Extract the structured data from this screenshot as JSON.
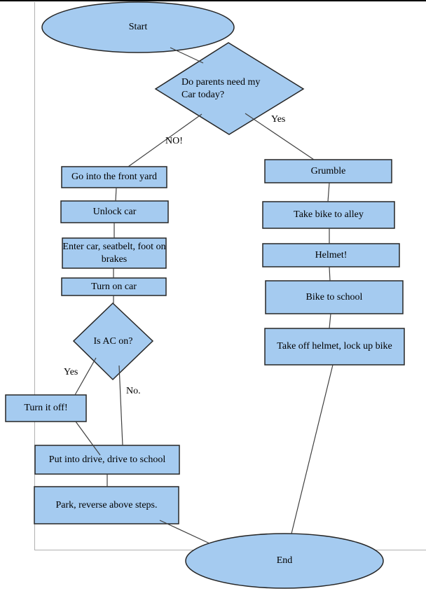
{
  "colors": {
    "shape_fill": "#a5cbf0",
    "shape_stroke": "#262626",
    "connector": "#404040",
    "page_top_border": "#000000",
    "canvas_border": "#b0b0b0",
    "text": "#000000"
  },
  "nodes": {
    "start": {
      "label": "Start",
      "type": "terminator"
    },
    "decision_parents": {
      "label": "Do parents need my Car today?",
      "type": "decision"
    },
    "front_yard": {
      "label": "Go into the front yard",
      "type": "process"
    },
    "unlock_car": {
      "label": "Unlock car",
      "type": "process"
    },
    "enter_car": {
      "label": "Enter car, seatbelt, foot on brakes",
      "type": "process"
    },
    "turn_on_car": {
      "label": "Turn on car",
      "type": "process"
    },
    "decision_ac": {
      "label": "Is AC on?",
      "type": "decision"
    },
    "turn_it_off": {
      "label": "Turn it off!",
      "type": "process"
    },
    "drive_to_school": {
      "label": "Put into drive, drive to school",
      "type": "process"
    },
    "park": {
      "label": "Park, reverse above steps.",
      "type": "process"
    },
    "grumble": {
      "label": "Grumble",
      "type": "process"
    },
    "bike_to_alley": {
      "label": "Take bike to alley",
      "type": "process"
    },
    "helmet": {
      "label": "Helmet!",
      "type": "process"
    },
    "bike_to_school": {
      "label": "Bike to school",
      "type": "process"
    },
    "lock_up_bike": {
      "label": "Take off helmet, lock up bike",
      "type": "process"
    },
    "end": {
      "label": "End",
      "type": "terminator"
    }
  },
  "edge_labels": {
    "parents_no": {
      "label": "NO!"
    },
    "parents_yes": {
      "label": "Yes"
    },
    "ac_yes": {
      "label": "Yes"
    },
    "ac_no": {
      "label": "No."
    }
  }
}
